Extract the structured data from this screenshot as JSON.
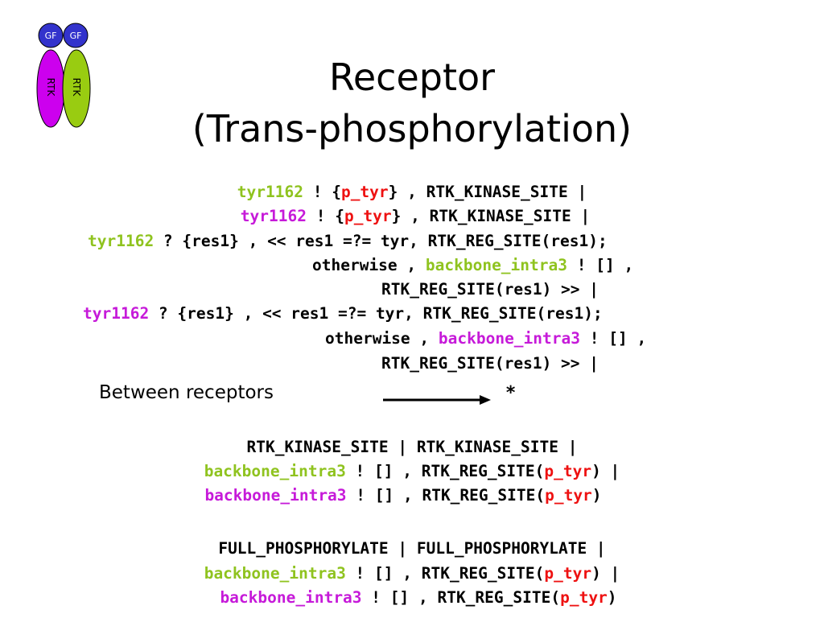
{
  "logo": {
    "gf_left": "GF",
    "gf_right": "GF",
    "rtk_left": "RTK",
    "rtk_right": "RTK",
    "colors": {
      "gf": "#3333cc",
      "rtk_left": "#cc00ee",
      "rtk_right": "#99cc11"
    }
  },
  "title": {
    "line1": "Receptor",
    "line2": "(Trans-phosphorylation)"
  },
  "block1": {
    "l1": {
      "a": "tyr1162",
      "b": " ! {",
      "c": "p_tyr",
      "d": "} , RTK_KINASE_SITE |"
    },
    "l2": {
      "a": "tyr1162",
      "b": " ! {",
      "c": "p_tyr",
      "d": "} , RTK_KINASE_SITE |"
    },
    "l3": {
      "a": "tyr1162",
      "b": " ? {res1} , << res1 =?= tyr, RTK_REG_SITE(res1);"
    },
    "l4": {
      "a": "otherwise , ",
      "b": "backbone_intra3",
      "c": " ! [] ,"
    },
    "l5": {
      "a": "RTK_REG_SITE(res1) >> |"
    },
    "l6": {
      "a": "tyr1162",
      "b": " ? {res1} , << res1 =?= tyr, RTK_REG_SITE(res1);"
    },
    "l7": {
      "a": "otherwise , ",
      "b": "backbone_intra3",
      "c": " ! [] ,"
    },
    "l8": {
      "a": "RTK_REG_SITE(res1) >> |"
    }
  },
  "between": {
    "label": "Between receptors",
    "star": "*"
  },
  "block2": {
    "l1": {
      "a": "RTK_KINASE_SITE | RTK_KINASE_SITE |"
    },
    "l2": {
      "a": "backbone_intra3",
      "b": " ! [] , RTK_REG_SITE(",
      "c": "p_tyr",
      "d": ") |"
    },
    "l3": {
      "a": "backbone_intra3",
      "b": " ! [] , RTK_REG_SITE(",
      "c": "p_tyr",
      "d": ")"
    }
  },
  "block3": {
    "l1": {
      "a": "FULL_PHOSPHORYLATE | FULL_PHOSPHORYLATE |"
    },
    "l2": {
      "a": "backbone_intra3",
      "b": " ! [] , RTK_REG_SITE(",
      "c": "p_tyr",
      "d": ") |"
    },
    "l3": {
      "a": "backbone_intra3",
      "b": " ! [] , RTK_REG_SITE(",
      "c": "p_tyr",
      "d": ")"
    }
  },
  "colors": {
    "green": "#8fc31f",
    "magenta": "#c61ad9",
    "red": "#ee1111"
  }
}
